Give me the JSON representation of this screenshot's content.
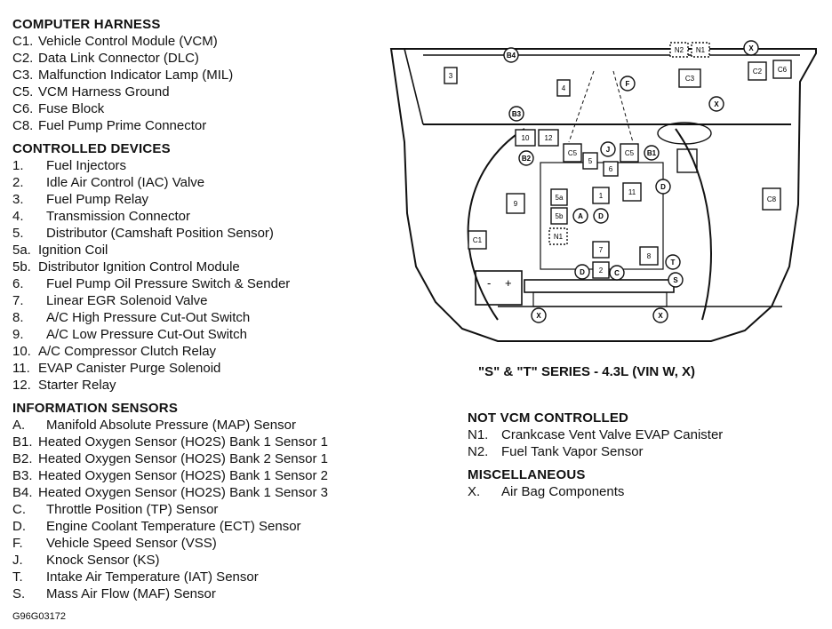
{
  "sections_left": [
    {
      "title": "COMPUTER HARNESS",
      "items": [
        {
          "code": "C1.",
          "label": "Vehicle Control Module (VCM)"
        },
        {
          "code": "C2.",
          "label": "Data Link Connector (DLC)"
        },
        {
          "code": "C3.",
          "label": "Malfunction Indicator Lamp (MIL)"
        },
        {
          "code": "C5.",
          "label": "VCM Harness Ground"
        },
        {
          "code": "C6.",
          "label": "Fuse Block"
        },
        {
          "code": "C8.",
          "label": "Fuel Pump Prime Connector"
        }
      ]
    },
    {
      "title": "CONTROLLED DEVICES",
      "items": [
        {
          "code": "1.",
          "label": "Fuel Injectors"
        },
        {
          "code": "2.",
          "label": "Idle Air Control (IAC) Valve"
        },
        {
          "code": "3.",
          "label": "Fuel Pump Relay"
        },
        {
          "code": "4.",
          "label": "Transmission Connector"
        },
        {
          "code": "5.",
          "label": "Distributor (Camshaft Position Sensor)"
        },
        {
          "code": "5a.",
          "label": "Ignition Coil"
        },
        {
          "code": "5b.",
          "label": "Distributor Ignition Control Module"
        },
        {
          "code": "6.",
          "label": "Fuel Pump Oil Pressure Switch & Sender"
        },
        {
          "code": "7.",
          "label": "Linear EGR Solenoid Valve"
        },
        {
          "code": "8.",
          "label": "A/C High Pressure Cut-Out Switch"
        },
        {
          "code": "9.",
          "label": "A/C Low Pressure Cut-Out Switch"
        },
        {
          "code": "10.",
          "label": "A/C Compressor Clutch Relay"
        },
        {
          "code": "11.",
          "label": "EVAP Canister Purge Solenoid"
        },
        {
          "code": "12.",
          "label": "Starter Relay"
        }
      ]
    },
    {
      "title": "INFORMATION SENSORS",
      "items": [
        {
          "code": "A.",
          "label": "Manifold Absolute Pressure (MAP) Sensor"
        },
        {
          "code": "B1.",
          "label": "Heated Oxygen Sensor (HO2S) Bank 1 Sensor 1"
        },
        {
          "code": "B2.",
          "label": "Heated Oxygen Sensor (HO2S) Bank 2 Sensor 1"
        },
        {
          "code": "B3.",
          "label": "Heated Oxygen Sensor (HO2S) Bank 1 Sensor 2"
        },
        {
          "code": "B4.",
          "label": "Heated Oxygen Sensor (HO2S) Bank 1 Sensor 3"
        },
        {
          "code": "C.",
          "label": "Throttle Position (TP) Sensor"
        },
        {
          "code": "D.",
          "label": "Engine Coolant Temperature (ECT) Sensor"
        },
        {
          "code": "F.",
          "label": "Vehicle Speed Sensor (VSS)"
        },
        {
          "code": "J.",
          "label": "Knock Sensor (KS)"
        },
        {
          "code": "T.",
          "label": "Intake Air Temperature (IAT) Sensor"
        },
        {
          "code": "S.",
          "label": "Mass Air Flow (MAF) Sensor"
        }
      ]
    }
  ],
  "sections_right": [
    {
      "title": "NOT VCM CONTROLLED",
      "items": [
        {
          "code": "N1.",
          "label": "Crankcase Vent Valve EVAP Canister"
        },
        {
          "code": "N2.",
          "label": "Fuel Tank Vapor Sensor"
        }
      ]
    },
    {
      "title": "MISCELLANEOUS",
      "items": [
        {
          "code": "X.",
          "label": "Air Bag Components"
        }
      ]
    }
  ],
  "caption": "\"S\" & \"T\" SERIES - 4.3L (VIN W, X)",
  "figure_id": "G96G03172",
  "diagram_labels": {
    "boxes": [
      "3",
      "4",
      "10",
      "12",
      "C5",
      "C5",
      "5",
      "6",
      "C3",
      "C2",
      "C6",
      "N2",
      "N1",
      "9",
      "5a",
      "5b",
      "N1",
      "1",
      "11",
      "7",
      "2",
      "8",
      "C1",
      "C8"
    ],
    "circles": [
      "B4",
      "F",
      "X",
      "X",
      "B3",
      "J",
      "B1",
      "B2",
      "D",
      "A",
      "D",
      "D",
      "C",
      "T",
      "S",
      "X",
      "X"
    ],
    "battery": [
      "-",
      "+"
    ]
  }
}
